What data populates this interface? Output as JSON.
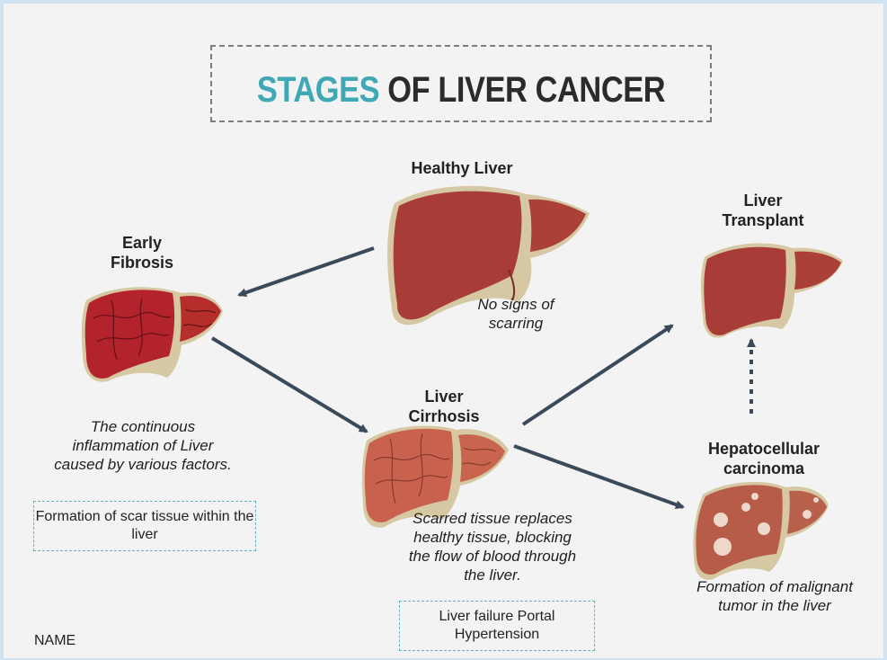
{
  "title": {
    "accent": "STAGES",
    "rest": " OF LIVER CANCER"
  },
  "stages": {
    "healthy": {
      "label": "Healthy Liver",
      "description": "No signs of scarring"
    },
    "fibrosis": {
      "label": "Early Fibrosis",
      "description": "The continuous inflammation of Liver caused by various factors.",
      "note": "Formation of scar tissue within the liver"
    },
    "cirrhosis": {
      "label": "Liver Cirrhosis",
      "description": "Scarred tissue replaces healthy tissue, blocking the flow of blood through the liver.",
      "note": "Liver failure Portal Hypertension"
    },
    "transplant": {
      "label": "Liver Transplant"
    },
    "carcinoma": {
      "label": "Hepatocellular carcinoma",
      "description": "Formation of malignant tumor in the liver"
    }
  },
  "footer": {
    "name_label": "NAME"
  },
  "colors": {
    "accent": "#3fa8b4",
    "healthy_liver": "#a83c36",
    "fibrosis_liver": "#b3232b",
    "cirrhosis_liver": "#c8614e",
    "carcinoma_liver": "#b75c49",
    "gallbladder": "#d6c8a2",
    "arrow": "#3a4a5a",
    "note_border": "#5fb3c5"
  }
}
